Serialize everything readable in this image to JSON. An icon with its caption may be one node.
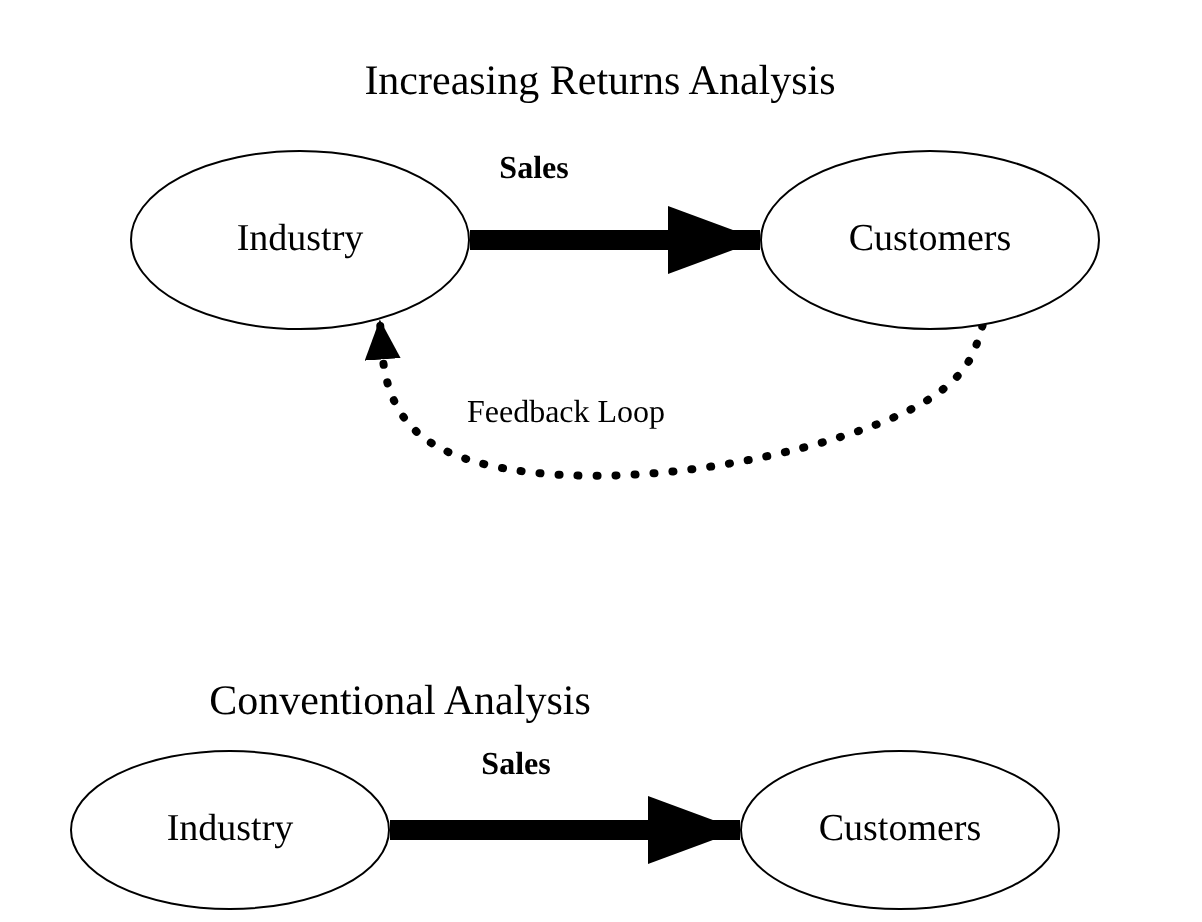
{
  "diagram": {
    "nodes": [
      {
        "text": [
          "Industry"
        ]
      },
      {
        "text": [
          "Customers"
        ]
      },
      {
        "text": [
          "Industry"
        ]
      },
      {
        "text": [
          "Customers"
        ]
      }
    ],
    "edges": [
      {
        "from": 0,
        "to": 1,
        "arrow": "to",
        "label": "Sales"
      },
      {
        "from": 1,
        "to": 0,
        "arrow": "to",
        "label": "Feedback Loop",
        "style": "dashed"
      },
      {
        "from": 2,
        "to": 3,
        "arrow": "to",
        "label": "Sales"
      }
    ],
    "labels": [
      "Increasing Returns Analysis",
      "Conventional Analysis"
    ]
  }
}
